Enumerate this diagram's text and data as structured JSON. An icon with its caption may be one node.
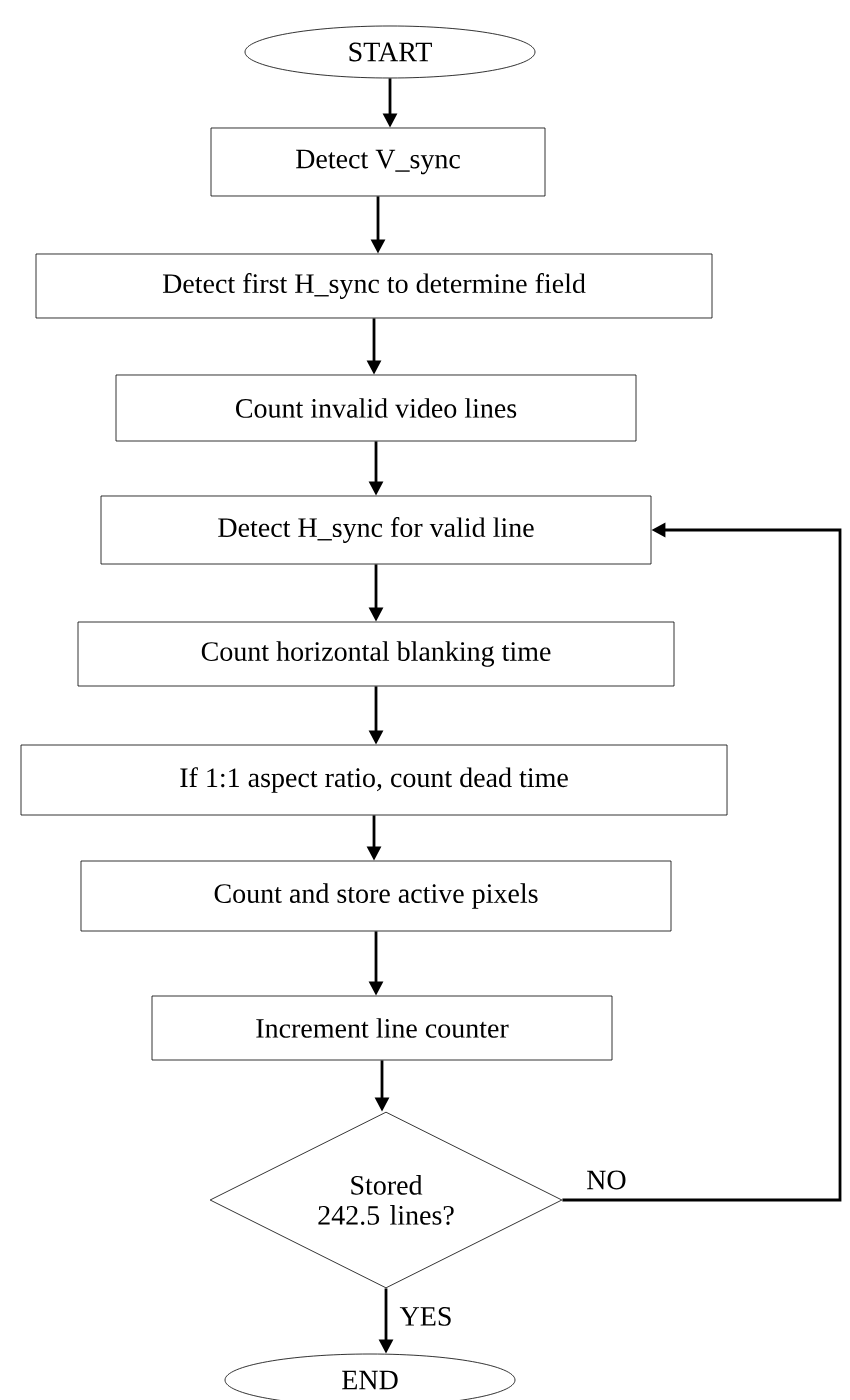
{
  "diagram": {
    "nodes": [
      {
        "text": [
          "START"
        ]
      },
      {
        "text": [
          "Detect V_sync"
        ]
      },
      {
        "text": [
          "Detect first H_sync to determine field"
        ]
      },
      {
        "text": [
          "Count invalid video lines"
        ]
      },
      {
        "text": [
          "Detect H_sync for valid line"
        ]
      },
      {
        "text": [
          "Count horizontal blanking time"
        ]
      },
      {
        "text": [
          "If 1:1 aspect ratio, count dead time"
        ]
      },
      {
        "text": [
          "Count and store active pixels"
        ]
      },
      {
        "text": [
          "Increment line counter"
        ]
      },
      {
        "text": [
          "Stored 242.5 lines?"
        ]
      },
      {
        "text": [
          "END"
        ]
      }
    ],
    "edges": [
      {
        "from": 0,
        "to": 1,
        "arrow": "to"
      },
      {
        "from": 1,
        "to": 2,
        "arrow": "to"
      },
      {
        "from": 2,
        "to": 3,
        "arrow": "to"
      },
      {
        "from": 3,
        "to": 4,
        "arrow": "to"
      },
      {
        "from": 4,
        "to": 5,
        "arrow": "to"
      },
      {
        "from": 5,
        "to": 6,
        "arrow": "to"
      },
      {
        "from": 6,
        "to": 7,
        "arrow": "to"
      },
      {
        "from": 7,
        "to": 8,
        "arrow": "to"
      },
      {
        "from": 8,
        "to": 9,
        "arrow": "to"
      },
      {
        "from": 9,
        "to": 10,
        "label": "YES",
        "arrow": "to"
      },
      {
        "from": 9,
        "to": 4,
        "label": "NO",
        "arrow": "to"
      }
    ]
  }
}
